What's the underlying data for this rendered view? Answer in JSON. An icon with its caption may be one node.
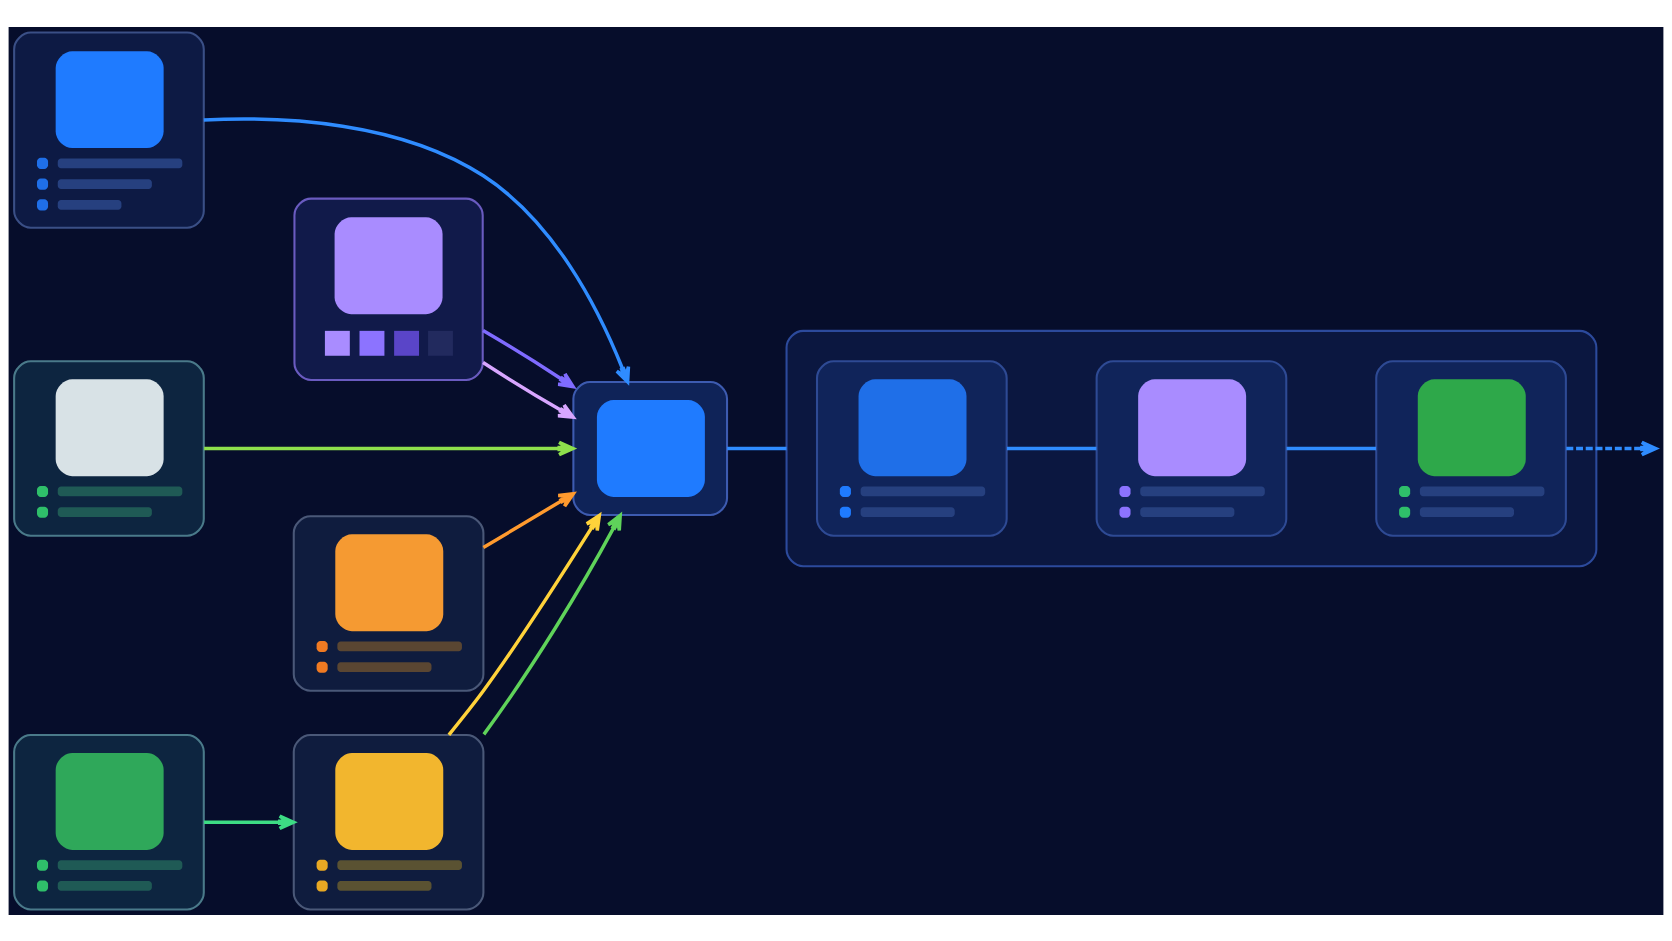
{
  "diagram": {
    "nodes": [
      {
        "text": [],
        "shape": "picture"
      },
      {
        "text": [],
        "shape": "picture"
      },
      {
        "text": [],
        "shape": "picture"
      },
      {
        "text": [],
        "shape": "picture"
      },
      {
        "text": [],
        "shape": "picture"
      },
      {
        "text": [],
        "shape": "picture"
      },
      {
        "text": [],
        "shape": "picture"
      },
      {
        "text": [],
        "shape": "box"
      },
      {
        "text": [],
        "shape": "picture",
        "in": 7
      },
      {
        "text": [],
        "shape": "picture",
        "in": 7
      },
      {
        "text": [],
        "shape": "picture",
        "in": 7
      }
    ],
    "edges": [
      {
        "from": 0,
        "to": 6,
        "arrow": "to"
      },
      {
        "from": 1,
        "to": 6,
        "arrow": "to",
        "color": "#d8a6ff"
      },
      {
        "from": 1,
        "to": 6,
        "arrow": "to",
        "color": "#7f6bff"
      },
      {
        "from": 2,
        "to": 6,
        "arrow": "to",
        "color": "#8ee04c"
      },
      {
        "from": 3,
        "to": 6,
        "arrow": "to",
        "color": "#ff9a2e"
      },
      {
        "from": 4,
        "to": 5,
        "arrow": "to",
        "color": "#3ddc84"
      },
      {
        "from": 5,
        "to": 6,
        "arrow": "to",
        "color": "#5fd35a"
      },
      {
        "from": 5,
        "to": 6,
        "arrow": "to",
        "color": "#ffd23a"
      },
      {
        "from": 6,
        "to": 7,
        "arrow": "none"
      },
      {
        "from": 8,
        "to": 9,
        "arrow": "none"
      },
      {
        "from": 9,
        "to": 10,
        "arrow": "none"
      },
      {
        "from": 10,
        "to": null,
        "arrow": "to",
        "style": "dashed"
      }
    ]
  }
}
